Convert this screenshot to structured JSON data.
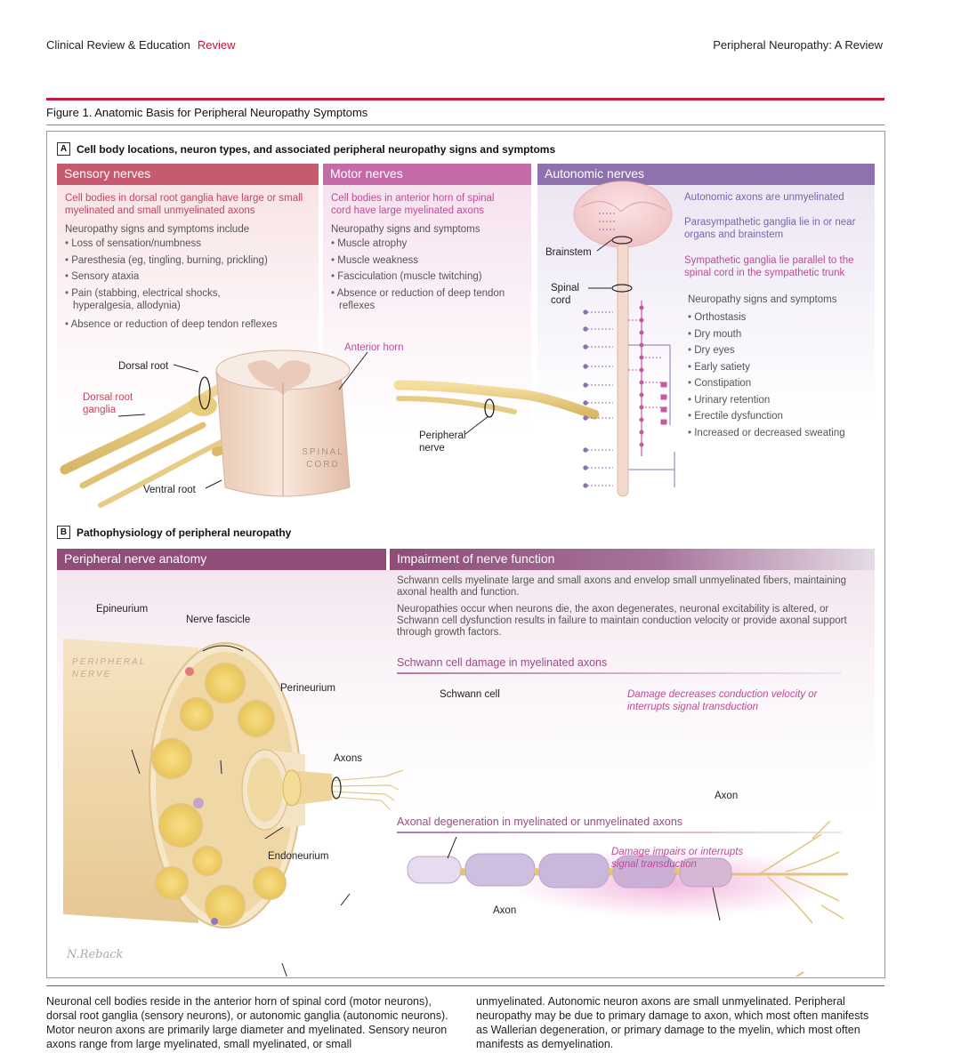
{
  "header": {
    "journal": "Clinical Review & Education",
    "section": "Review",
    "running_title": "Peripheral Neuropathy: A Review"
  },
  "figure": {
    "title": "Figure 1. Anatomic Basis for Peripheral Neuropathy Symptoms",
    "signature": "N.Reback"
  },
  "panel_a": {
    "letter": "A",
    "title": "Cell body locations, neuron types, and associated peripheral neuropathy signs and symptoms",
    "sensory": {
      "heading": "Sensory nerves",
      "intro": "Cell bodies in dorsal root ganglia have large or small myelinated and small unmyelinated axons",
      "lead": "Neuropathy signs and symptoms include",
      "items": [
        "Loss of sensation/numbness",
        "Paresthesia (eg, tingling, burning, prickling)",
        "Sensory ataxia",
        "Pain (stabbing, electrical shocks, hyperalgesia, allodynia)",
        "Absence or reduction of deep tendon reflexes"
      ]
    },
    "motor": {
      "heading": "Motor nerves",
      "intro": "Cell bodies in anterior horn of spinal cord have large myelinated axons",
      "lead": "Neuropathy signs and symptoms",
      "items": [
        "Muscle atrophy",
        "Muscle weakness",
        "Fasciculation (muscle twitching)",
        "Absence or reduction of deep tendon reflexes"
      ]
    },
    "autonomic": {
      "heading": "Autonomic nerves",
      "note1": "Autonomic axons are unmyelinated",
      "note2": "Parasympathetic ganglia lie in or near organs and brainstem",
      "note3": "Sympathetic ganglia lie parallel to the spinal cord in the sympathetic trunk",
      "lead": "Neuropathy signs and symptoms",
      "items": [
        "Orthostasis",
        "Dry mouth",
        "Dry eyes",
        "Early satiety",
        "Constipation",
        "Urinary retention",
        "Erectile dysfunction",
        "Increased or decreased sweating"
      ],
      "brainstem_label": "Brainstem",
      "spinal_cord_label": "Spinal cord"
    },
    "cord_labels": {
      "dorsal_root": "Dorsal root",
      "dorsal_root_ganglia": "Dorsal root ganglia",
      "ventral_root": "Ventral root",
      "anterior_horn": "Anterior horn",
      "peripheral_nerve": "Peripheral nerve",
      "spinal_cord_text": "SPINAL CORD"
    }
  },
  "panel_b": {
    "letter": "B",
    "title": "Pathophysiology of peripheral neuropathy",
    "left_heading": "Peripheral nerve anatomy",
    "right_heading": "Impairment of nerve function",
    "para1": "Schwann cells myelinate large and small axons and envelop small unmyelinated fibers, maintaining axonal health and function.",
    "para2": "Neuropathies occur when neurons die, the axon degenerates, neuronal excitability is altered, or Schwann cell dysfunction results in failure to maintain conduction velocity or provide axonal support through growth factors.",
    "schwann_heading": "Schwann cell damage in myelinated axons",
    "axonal_heading": "Axonal degeneration in myelinated or unmyelinated axons",
    "labels": {
      "epineurium": "Epineurium",
      "nerve_fascicle": "Nerve fascicle",
      "perineurium": "Perineurium",
      "axons": "Axons",
      "endoneurium": "Endoneurium",
      "peripheral_nerve_text": "PERIPHERAL NERVE",
      "schwann_cell": "Schwann cell",
      "damage_conduction": "Damage decreases conduction velocity or interrupts signal transduction",
      "axon1": "Axon",
      "damage_signal": "Damage impairs or interrupts signal transduction",
      "axon2": "Axon"
    }
  },
  "caption": {
    "col1": "Neuronal cell bodies reside in the anterior horn of spinal cord (motor neurons), dorsal root ganglia (sensory neurons), or autonomic ganglia (autonomic neurons). Motor neuron axons are primarily large diameter and myelinated. Sensory neuron axons range from large myelinated, small myelinated, or small",
    "col2": "unmyelinated. Autonomic neuron axons are small unmyelinated. Peripheral neuropathy may be due to primary damage to axon, which most often manifests as Wallerian degeneration, or primary damage to the myelin, which most often manifests as demyelination."
  }
}
